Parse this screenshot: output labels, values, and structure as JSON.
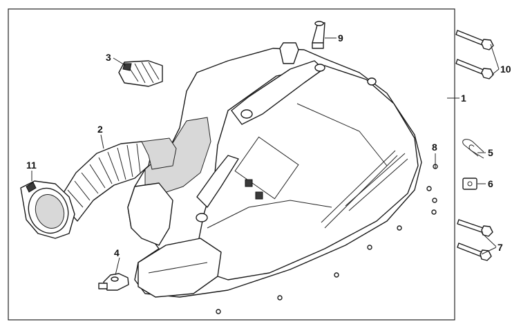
{
  "callouts": {
    "n1": "1",
    "n2": "2",
    "n3": "3",
    "n4": "4",
    "n5": "5",
    "n6": "6",
    "n7": "7",
    "n8": "8",
    "n9": "9",
    "n10": "10",
    "n11": "11"
  },
  "colors": {
    "line": "#1a1a1a",
    "shade": "#d8d8d8",
    "background": "#ffffff"
  }
}
